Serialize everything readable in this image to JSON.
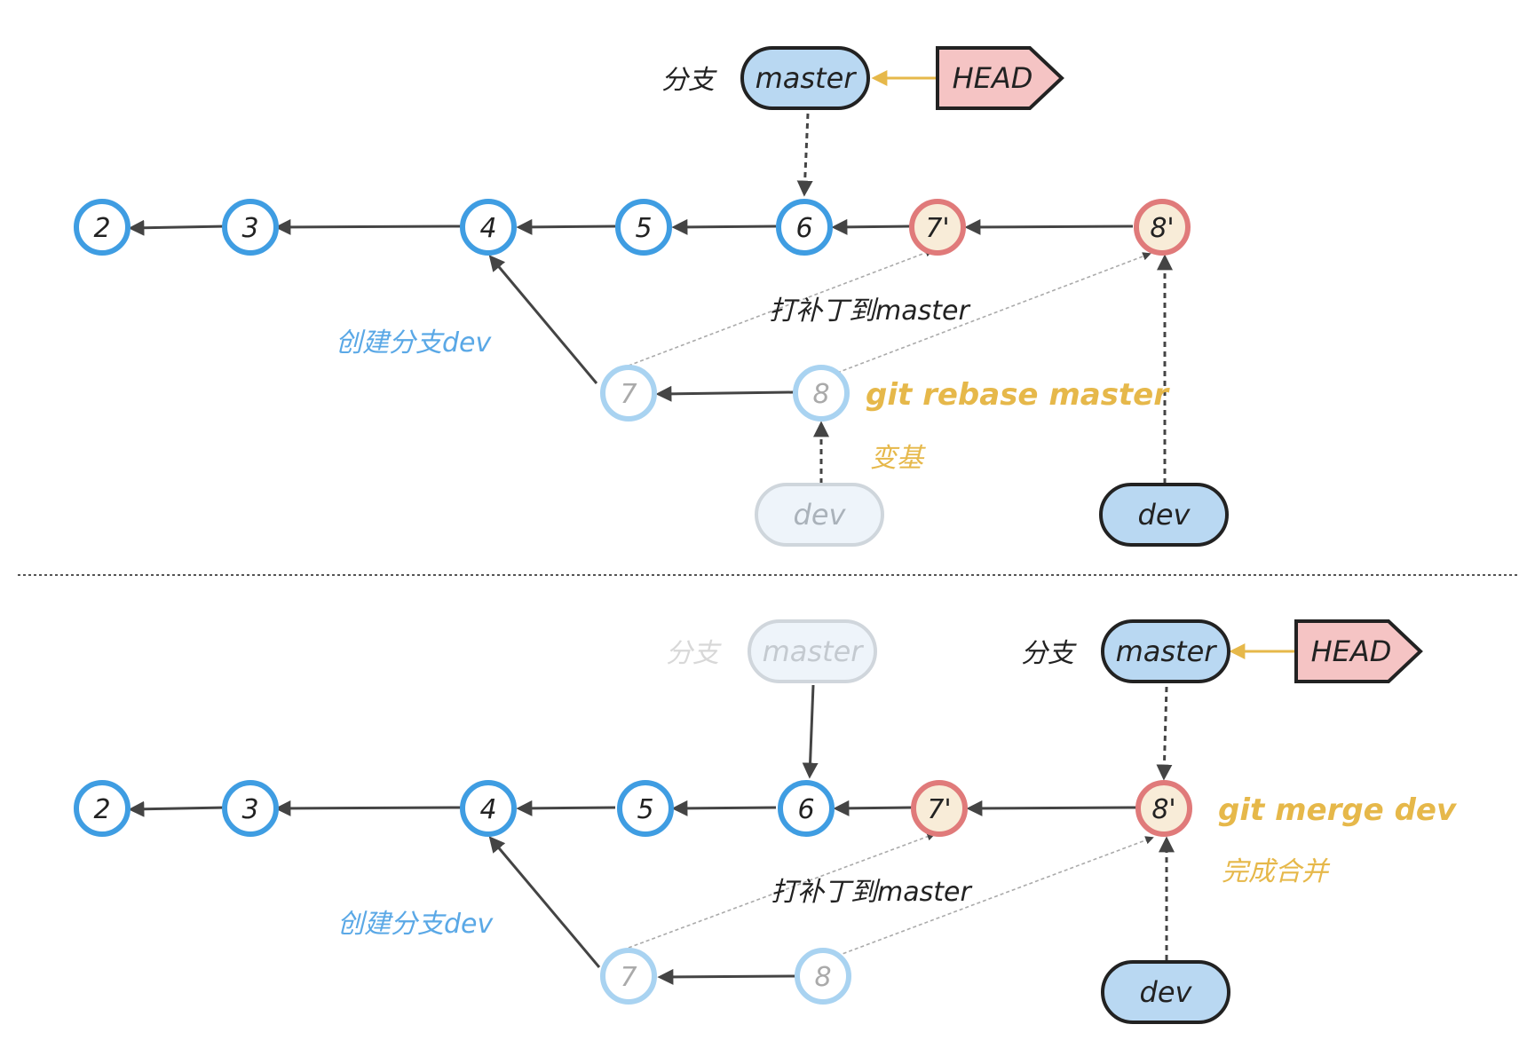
{
  "colors": {
    "commit_blue": "#3f9de2",
    "commit_red": "#e07a7a",
    "commit_red_fill": "#f8ecd8",
    "commit_faded": "#a9d3f1",
    "branch_fill": "#b9d8f2",
    "branch_faded_fill": "#eef4fa",
    "head_fill": "#f5c4c4",
    "arrow": "#444444",
    "patch_line": "#aaaaaa",
    "accent_yellow": "#e6b84a",
    "accent_blue": "#5aa8e6"
  },
  "top": {
    "commits": [
      "2",
      "3",
      "4",
      "5",
      "6",
      "7'",
      "8'"
    ],
    "dev_commits": [
      "7",
      "8"
    ],
    "branch_prefix": "分支",
    "master": "master",
    "head": "HEAD",
    "dev_old": "dev",
    "dev_new": "dev",
    "create_branch": "创建分支dev",
    "patch": "打补丁到master",
    "command": "git rebase master",
    "desc": "变基"
  },
  "bottom": {
    "commits": [
      "2",
      "3",
      "4",
      "5",
      "6",
      "7'",
      "8'"
    ],
    "dev_commits": [
      "7",
      "8"
    ],
    "branch_prefix_old": "分支",
    "master_old": "master",
    "branch_prefix": "分支",
    "master": "master",
    "head": "HEAD",
    "dev": "dev",
    "create_branch": "创建分支dev",
    "patch": "打补丁到master",
    "command": "git merge dev",
    "desc": "完成合并"
  }
}
